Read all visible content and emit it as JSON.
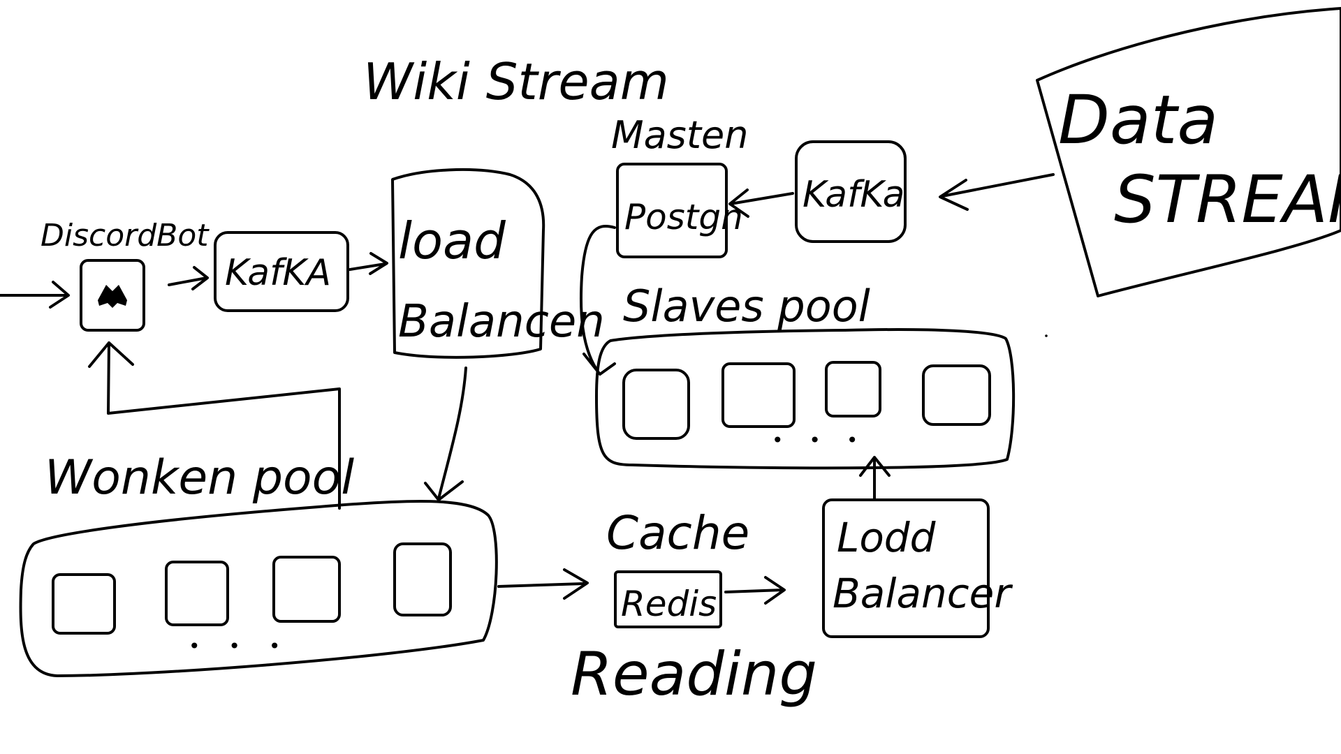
{
  "diagram": {
    "title": "Wiki Stream",
    "labels": {
      "discord_bot": "DiscordBot",
      "kafka_left": "KafKA",
      "load_balancer_top": [
        "load",
        "Balancen"
      ],
      "worker_pool": "Wonken pool",
      "master": "Masten",
      "postgres": "Postgn",
      "kafka_right": "KafKa",
      "data_stream": [
        "Data",
        "STREAM"
      ],
      "slaves_pool": "Slaves pool",
      "cache": "Cache",
      "redis": "Redis",
      "reading": "Reading",
      "load_balancer_bottom": [
        "Lodd",
        "Balancer"
      ],
      "ellipsis": "• • •"
    }
  }
}
